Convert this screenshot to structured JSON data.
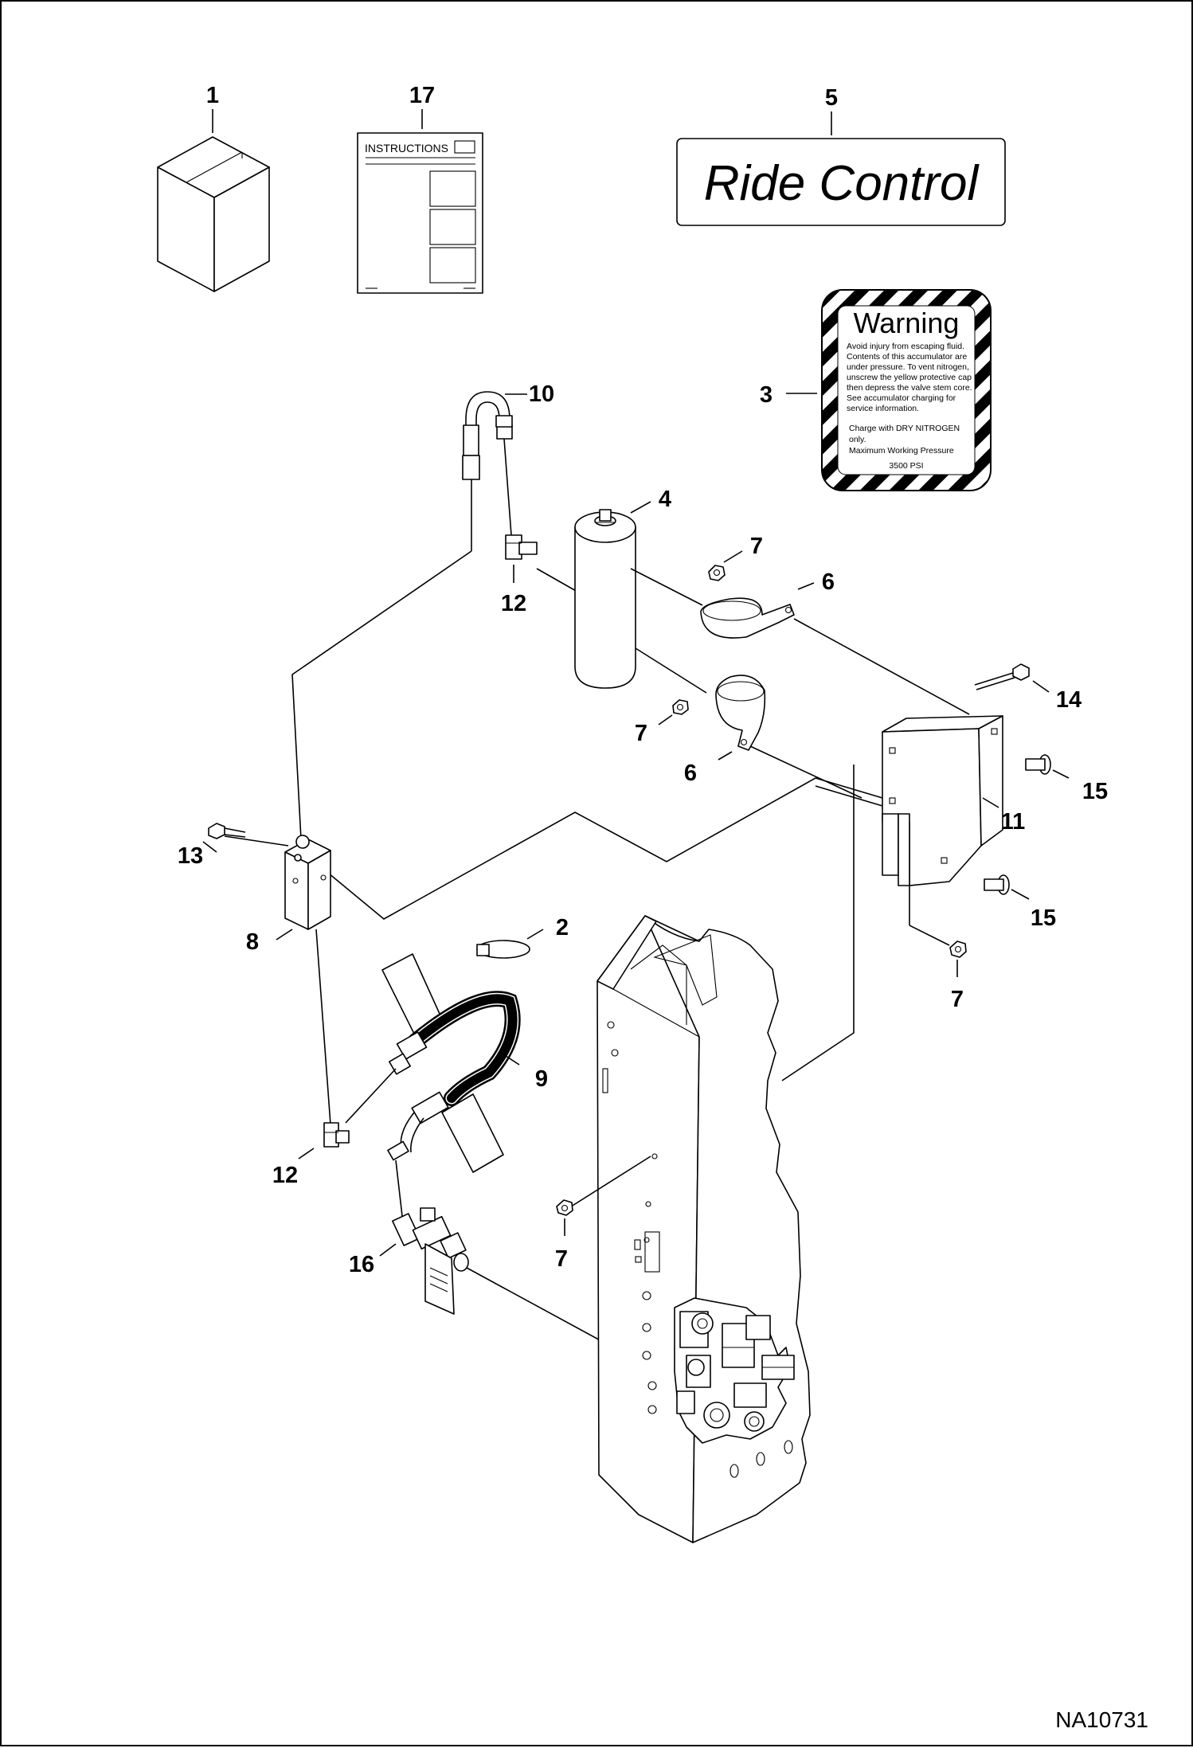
{
  "figure_number": "NA10731",
  "decal_ride_control": {
    "text": "Ride Control"
  },
  "decal_instructions": {
    "header": "INSTRUCTIONS"
  },
  "decal_warning": {
    "title": "Warning",
    "lines": [
      "Avoid injury from escaping fluid.",
      "Contents of this accumulator are",
      "under pressure.  To vent nitrogen,",
      "unscrew the yellow protective cap",
      "then depress the valve stem core.",
      "See accumulator charging for",
      "service information."
    ],
    "lines2": [
      "Charge with DRY NITROGEN",
      "only.",
      "Maximum Working Pressure"
    ],
    "pressure": "3500 PSI"
  },
  "callouts": {
    "c1": "1",
    "c17": "17",
    "c5": "5",
    "c3": "3",
    "c10": "10",
    "c4": "4",
    "c7a": "7",
    "c6a": "6",
    "c12a": "12",
    "c14": "14",
    "c7b": "7",
    "c15a": "15",
    "c6b": "6",
    "c11": "11",
    "c13": "13",
    "c15b": "15",
    "c8": "8",
    "c2": "2",
    "c7c": "7",
    "c9": "9",
    "c12b": "12",
    "c7d": "7",
    "c16": "16"
  }
}
